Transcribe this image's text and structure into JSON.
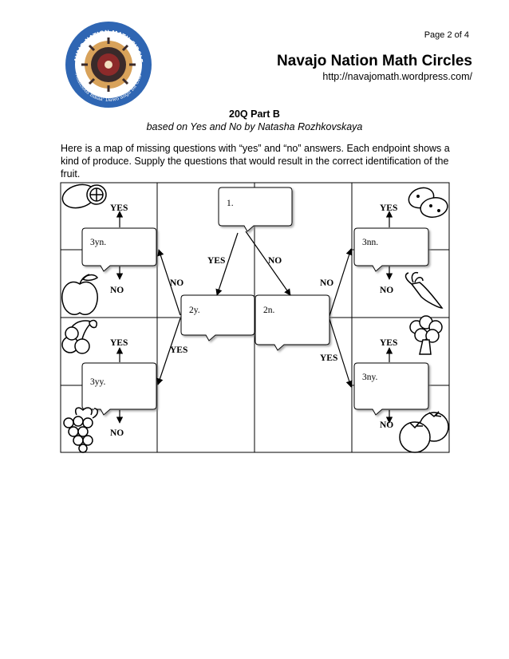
{
  "header": {
    "page_number": "Page 2 of 4",
    "org_title": "Navajo Nation Math Circles",
    "org_url": "http://navajomath.wordpress.com/"
  },
  "logo": {
    "top_text": "NAVAJO NATION MATH CIRCLES",
    "bottom_text": "Naaltsoos Bikáá' Dawoʼálígíí Bá Ólta'",
    "ring_color": "#2f66b3",
    "center_color": "#8c2a2a"
  },
  "document": {
    "title": "20Q Part B",
    "subtitle": "based on Yes and No by Natasha Rozhkovskaya",
    "intro": "Here is a map of missing questions with “yes” and “no” answers. Each endpoint shows a kind of produce. Supply the questions that would result in the correct identification of the fruit."
  },
  "diagram": {
    "questions": {
      "q1": "1.",
      "q2y": "2y.",
      "q2n": "2n.",
      "q3yn": "3yn.",
      "q3yy": "3yy.",
      "q3nn": "3nn.",
      "q3ny": "3ny."
    },
    "answers": {
      "yes": "YES",
      "no": "NO"
    },
    "produce": [
      "lemon-icon",
      "apple-icon",
      "cherries-icon",
      "grapes-icon",
      "potatoes-icon",
      "carrot-icon",
      "broccoli-icon",
      "tomatoes-icon"
    ]
  }
}
